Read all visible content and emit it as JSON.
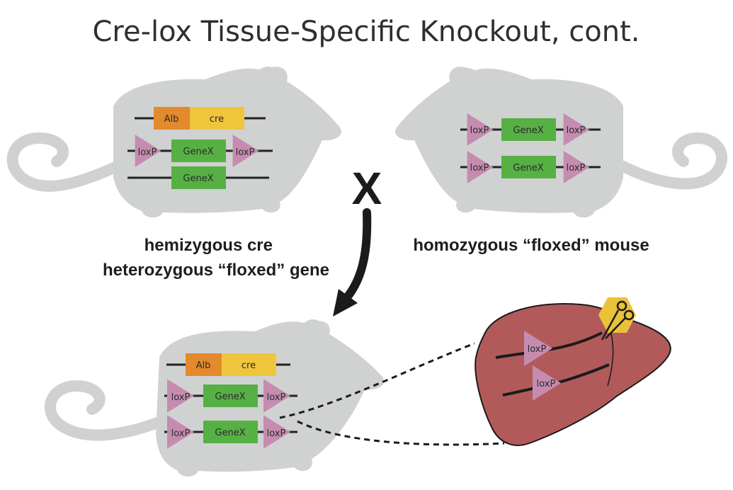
{
  "title": "Cre-lox Tissue-Specific Knockout, cont.",
  "labels": {
    "alb": "Alb",
    "cre": "cre",
    "loxp": "loxP",
    "genex": "GeneX",
    "cross": "X"
  },
  "captions": {
    "left_line1": "hemizygous cre",
    "left_line2": "heterozygous “floxed” gene",
    "right": "homozygous “floxed” mouse"
  },
  "colors": {
    "mouse": "#d0d2d2",
    "alb": "#e28a2c",
    "cre": "#efc53c",
    "loxp": "#c58cb0",
    "genex": "#56b043",
    "liver": "#b25a5a",
    "scissor_badge": "#e9c23a"
  }
}
